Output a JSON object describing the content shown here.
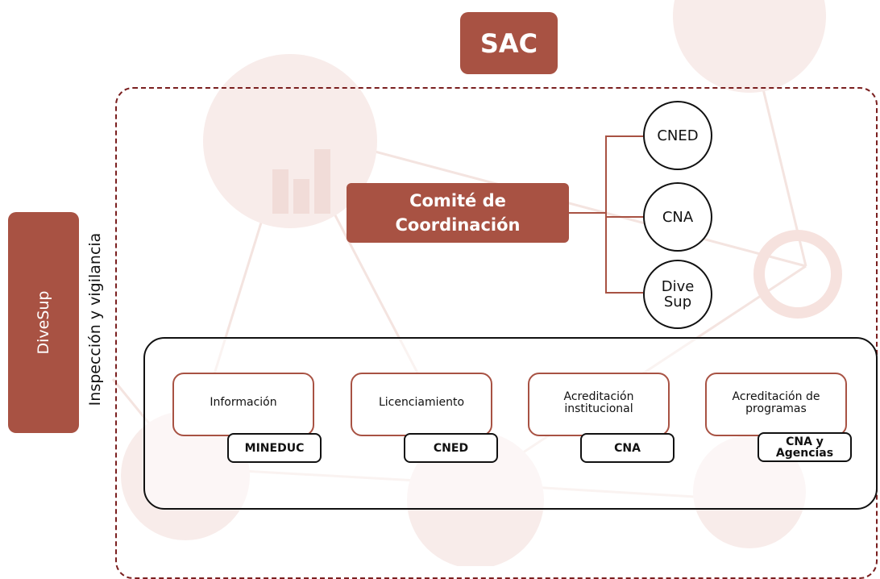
{
  "title": "SAC",
  "side_panel": {
    "label": "DiveSup"
  },
  "frame_label": "Inspección y vigilancia",
  "committee": {
    "line1": "Comité de",
    "line2": "Coordinación"
  },
  "members": [
    {
      "line1": "CNED",
      "line2": ""
    },
    {
      "line1": "CNA",
      "line2": ""
    },
    {
      "line1": "Dive",
      "line2": "Sup"
    }
  ],
  "processes": [
    {
      "name_line1": "Información",
      "name_line2": "",
      "agency_line1": "MINEDUC",
      "agency_line2": ""
    },
    {
      "name_line1": "Licenciamiento",
      "name_line2": "",
      "agency_line1": "CNED",
      "agency_line2": ""
    },
    {
      "name_line1": "Acreditación",
      "name_line2": "institucional",
      "agency_line1": "CNA",
      "agency_line2": ""
    },
    {
      "name_line1": "Acreditación de",
      "name_line2": "programas",
      "agency_line1": "CNA y",
      "agency_line2": "Agencias"
    }
  ],
  "colors": {
    "accent": "#a85243",
    "dashed_border": "#7a1f1f",
    "outline": "#111111",
    "background_art": "#f6e9e6"
  }
}
